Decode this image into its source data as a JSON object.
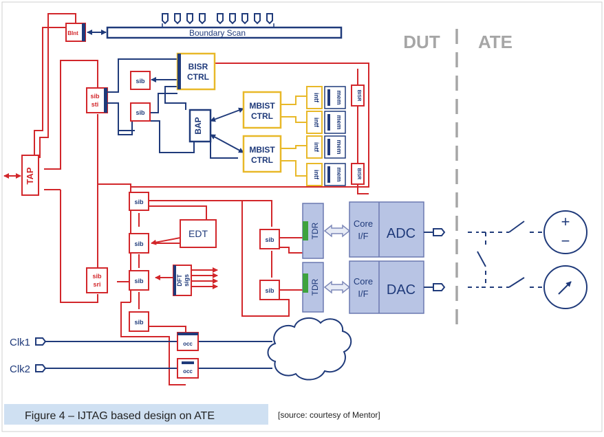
{
  "labels": {
    "boundary_scan": "Boundary Scan",
    "bint": "BInt",
    "dut": "DUT",
    "ate": "ATE",
    "tap": "TAP",
    "sib": "sib",
    "sib_sti_1": "sib",
    "sib_sti_2": "sti",
    "sib_sri_1": "sib",
    "sib_sri_2": "sri",
    "bisr_ctrl_1": "BISR",
    "bisr_ctrl_2": "CTRL",
    "bap": "BAP",
    "mbist_1": "MBIST",
    "mbist_2": "CTRL",
    "intf": "intf",
    "mem": "mem",
    "bisr": "BISR",
    "edt": "EDT",
    "dft_1": "DFT",
    "dft_2": "sigs",
    "tdr": "TDR",
    "core_1": "Core",
    "core_2": "I/F",
    "adc": "ADC",
    "dac": "DAC",
    "occ": "occ",
    "clk1": "Clk1",
    "clk2": "Clk2",
    "plus": "+",
    "minus": "−"
  },
  "caption": {
    "figure": "Figure 4 – IJTAG based design on ATE",
    "source": "[source: courtesy of Mentor]"
  },
  "colors": {
    "red": "#d2262a",
    "navy": "#1f3a7a",
    "gold": "#e8b828",
    "purple_box": "#b8c4e4",
    "purple_edge": "#6a78b0",
    "green": "#3ea33e",
    "gray": "#a6a6a6",
    "caption_bg": "#cfe0f2"
  }
}
